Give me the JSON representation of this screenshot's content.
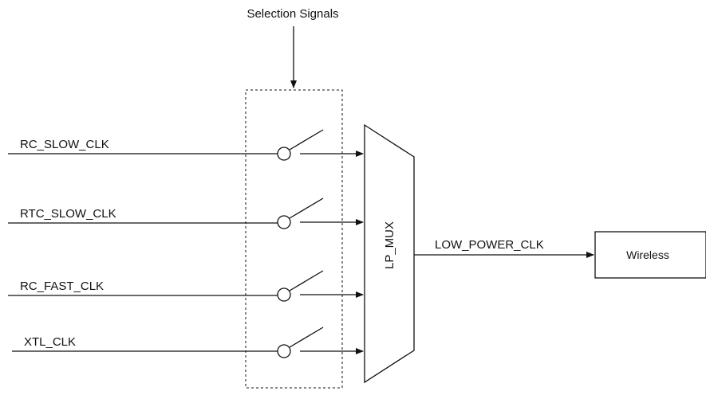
{
  "diagram": {
    "selection_label": "Selection Signals",
    "inputs": [
      "RC_SLOW_CLK",
      "RTC_SLOW_CLK",
      "RC_FAST_CLK",
      "XTL_CLK"
    ],
    "mux_label": "LP_MUX",
    "output_label": "LOW_POWER_CLK",
    "destination_label": "Wireless"
  }
}
